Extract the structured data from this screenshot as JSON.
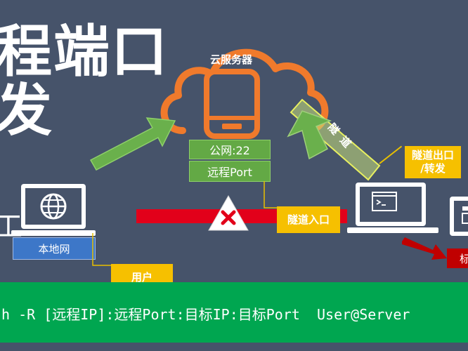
{
  "title": {
    "line1": "程端口",
    "line2": "发"
  },
  "cloud": {
    "label": "云服务器"
  },
  "server": {
    "port_label": "公网:22",
    "remote_port_label": "远程Port"
  },
  "tunnel": {
    "label": "隧道",
    "entrance_label": "隧道入口",
    "exit_label": "隧道出口\n/转发"
  },
  "local": {
    "network_label": "本地网",
    "user_label": "用户"
  },
  "target": {
    "partial_label": "标"
  },
  "left_partial_text": "工",
  "command": {
    "text": "h -R [远程IP]:远程Port:目标IP:目标Port  User@Server"
  },
  "colors": {
    "background": "#46536a",
    "cloud_orange": "#f07a2c",
    "arrow_green": "#6ab04c",
    "label_yellow": "#f6c000",
    "block_red": "#e2001a",
    "command_green": "#00a650",
    "laptop_blue": "#3d77c8"
  },
  "icons": [
    "cloud-icon",
    "phone-icon",
    "laptop-globe-icon",
    "laptop-terminal-icon",
    "monitor-icon",
    "cross-warning-icon"
  ]
}
